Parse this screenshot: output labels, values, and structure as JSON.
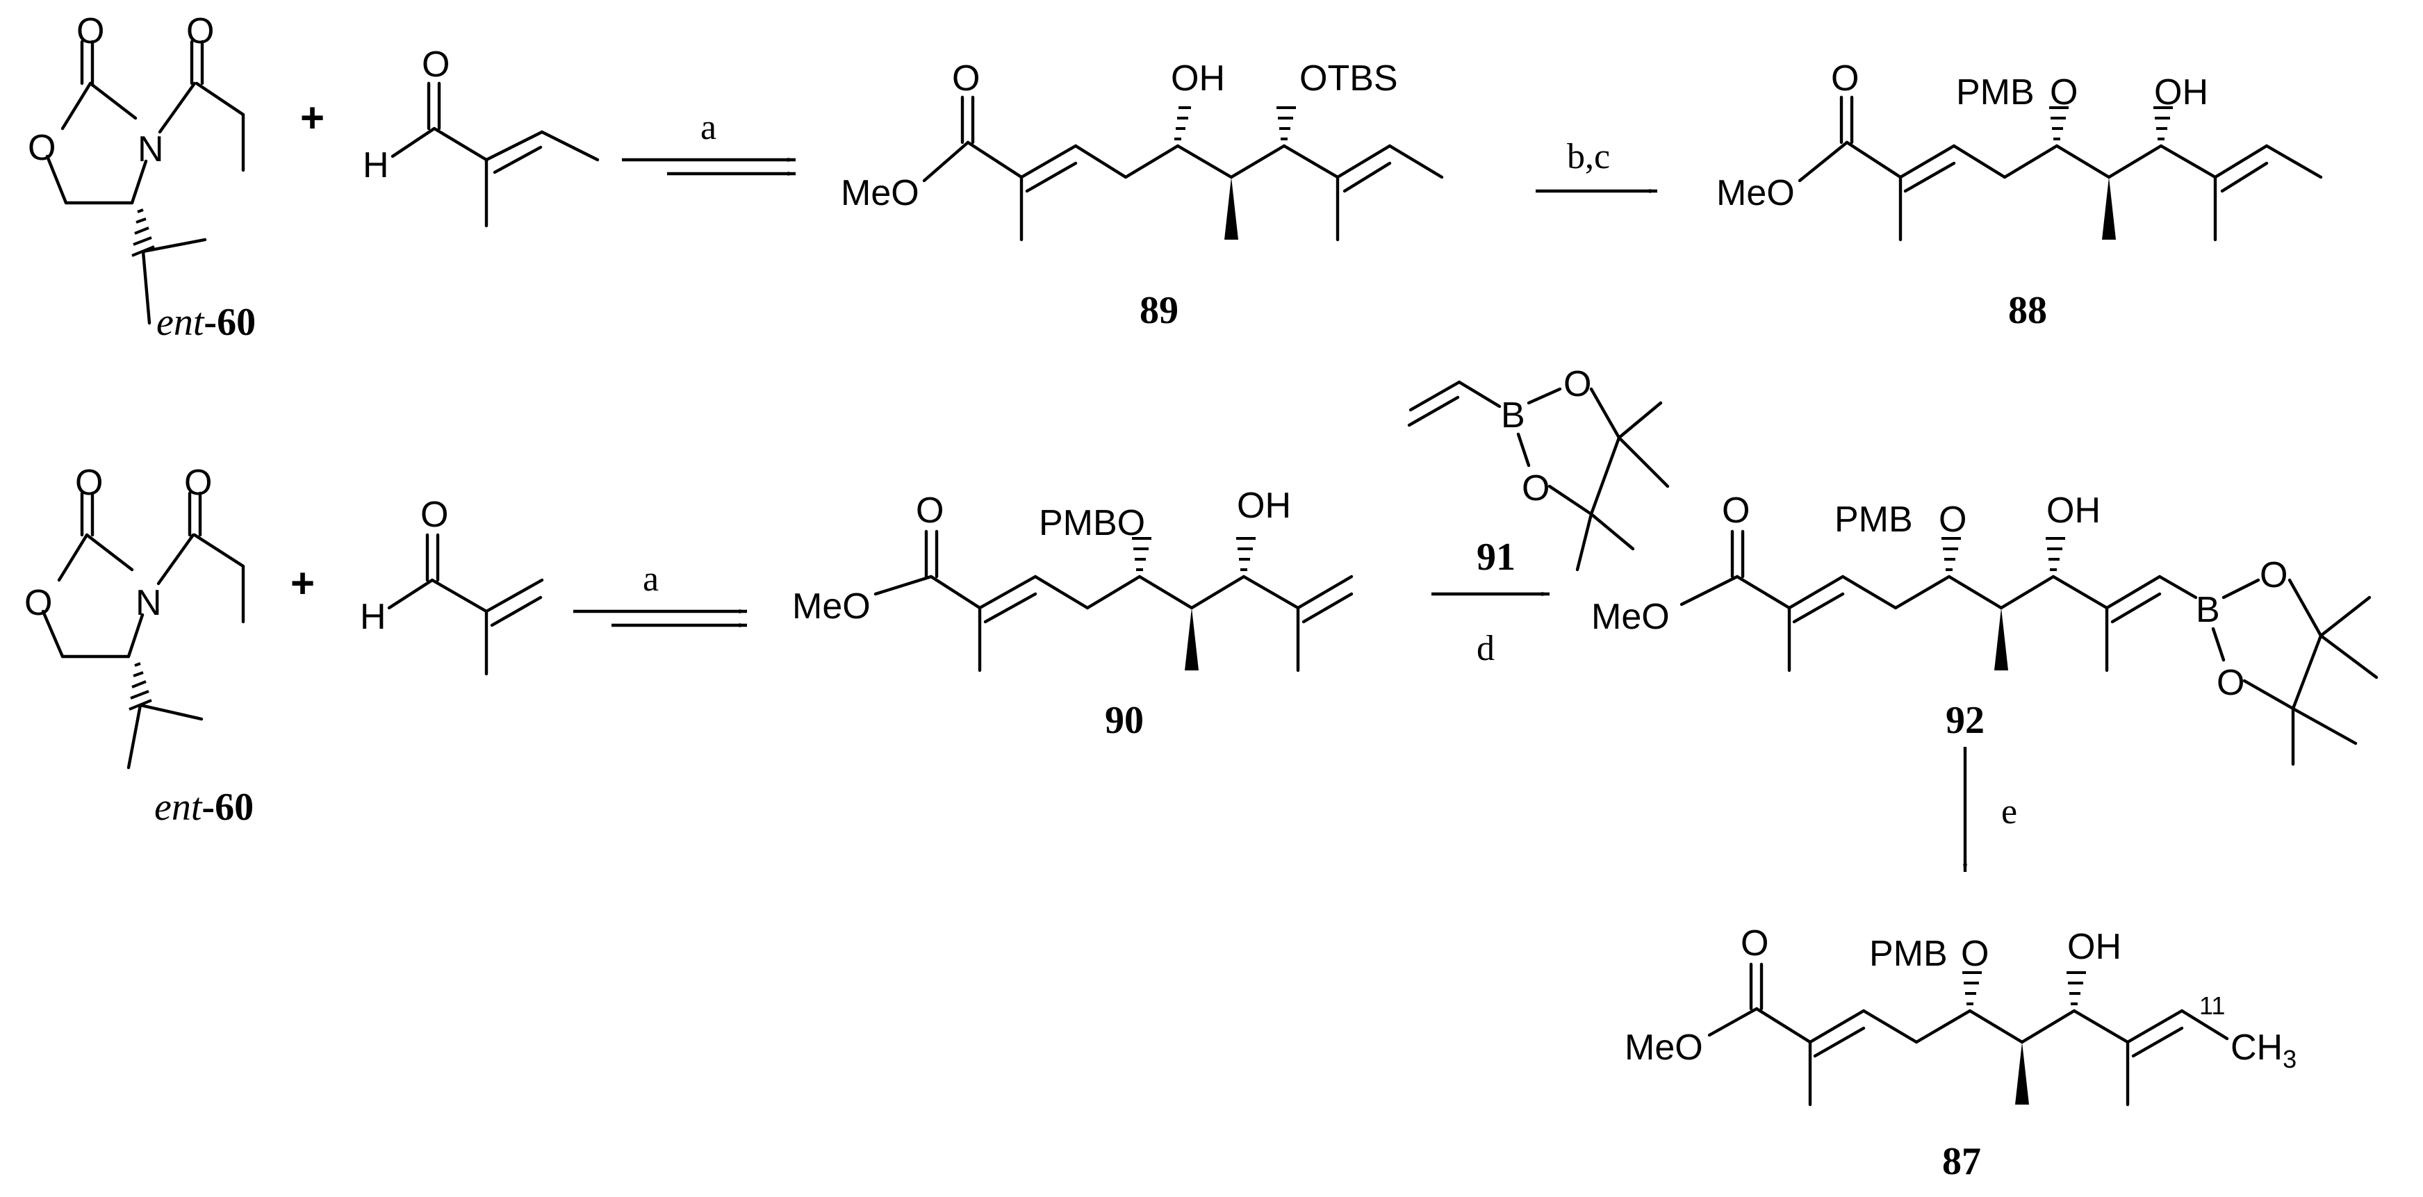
{
  "atoms": {
    "O": "O",
    "N": "N",
    "H": "H",
    "B": "B",
    "OH": "OH",
    "OTBS": "OTBS",
    "MeO": "MeO",
    "PMB": "PMB",
    "PMBO": "PMBO",
    "CH": "CH",
    "three": "3",
    "eleven": "11"
  },
  "plus_sign": "+",
  "conditions": {
    "a": "a",
    "bc": "b,c",
    "d": "d",
    "e": "e"
  },
  "compounds": {
    "ent60_prefix": "ent",
    "ent60_suffix": "-60",
    "c89": "89",
    "c88": "88",
    "c90": "90",
    "c91": "91",
    "c92": "92",
    "c87": "87"
  }
}
